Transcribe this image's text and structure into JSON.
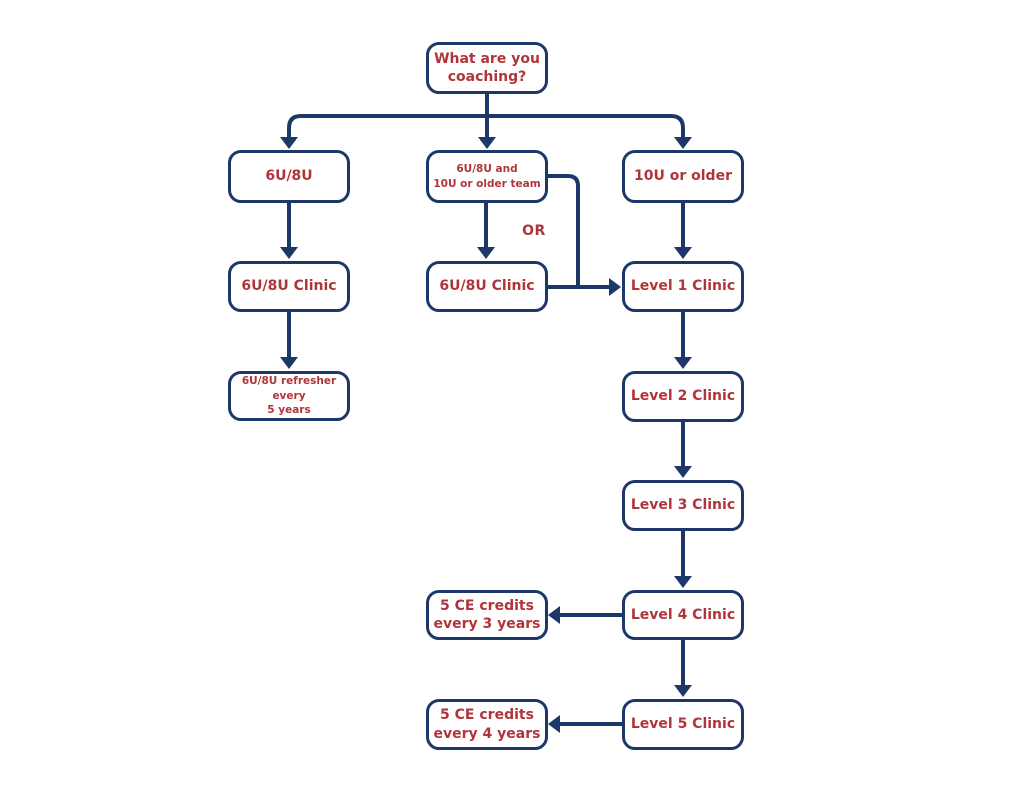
{
  "diagram": {
    "type": "flowchart",
    "topic": "Coaching clinic requirements decision tree"
  },
  "colors": {
    "line": "#1c3768",
    "node_border": "#1c3768",
    "node_text": "#b0353a",
    "node_background": "#ffffff",
    "page_background": "#ffffff"
  },
  "nodes": {
    "start": {
      "label": "What are you\ncoaching?"
    },
    "age_6u8u": {
      "label": "6U/8U"
    },
    "age_both": {
      "label": "6U/8U and\n10U or older team"
    },
    "age_10u": {
      "label": "10U or older"
    },
    "clinic_6u8u_left": {
      "label": "6U/8U Clinic"
    },
    "clinic_6u8u_mid": {
      "label": "6U/8U Clinic"
    },
    "level1": {
      "label": "Level 1 Clinic"
    },
    "refresher": {
      "label": "6U/8U refresher every\n5 years"
    },
    "level2": {
      "label": "Level 2 Clinic"
    },
    "level3": {
      "label": "Level 3 Clinic"
    },
    "level4": {
      "label": "Level 4 Clinic"
    },
    "ce_3yr": {
      "label": "5 CE credits\nevery 3 years"
    },
    "level5": {
      "label": "Level 5 Clinic"
    },
    "ce_4yr": {
      "label": "5 CE credits\nevery 4 years"
    },
    "or": {
      "label": "OR"
    }
  },
  "edges": [
    {
      "from": "start",
      "to": "age_6u8u"
    },
    {
      "from": "start",
      "to": "age_both"
    },
    {
      "from": "start",
      "to": "age_10u"
    },
    {
      "from": "age_6u8u",
      "to": "clinic_6u8u_left"
    },
    {
      "from": "clinic_6u8u_left",
      "to": "refresher"
    },
    {
      "from": "age_both",
      "to": "clinic_6u8u_mid",
      "label": "OR"
    },
    {
      "from": "age_both",
      "to": "level1",
      "label": "OR"
    },
    {
      "from": "clinic_6u8u_mid",
      "to": "level1"
    },
    {
      "from": "age_10u",
      "to": "level1"
    },
    {
      "from": "level1",
      "to": "level2"
    },
    {
      "from": "level2",
      "to": "level3"
    },
    {
      "from": "level3",
      "to": "level4"
    },
    {
      "from": "level4",
      "to": "ce_3yr"
    },
    {
      "from": "level4",
      "to": "level5"
    },
    {
      "from": "level5",
      "to": "ce_4yr"
    }
  ]
}
